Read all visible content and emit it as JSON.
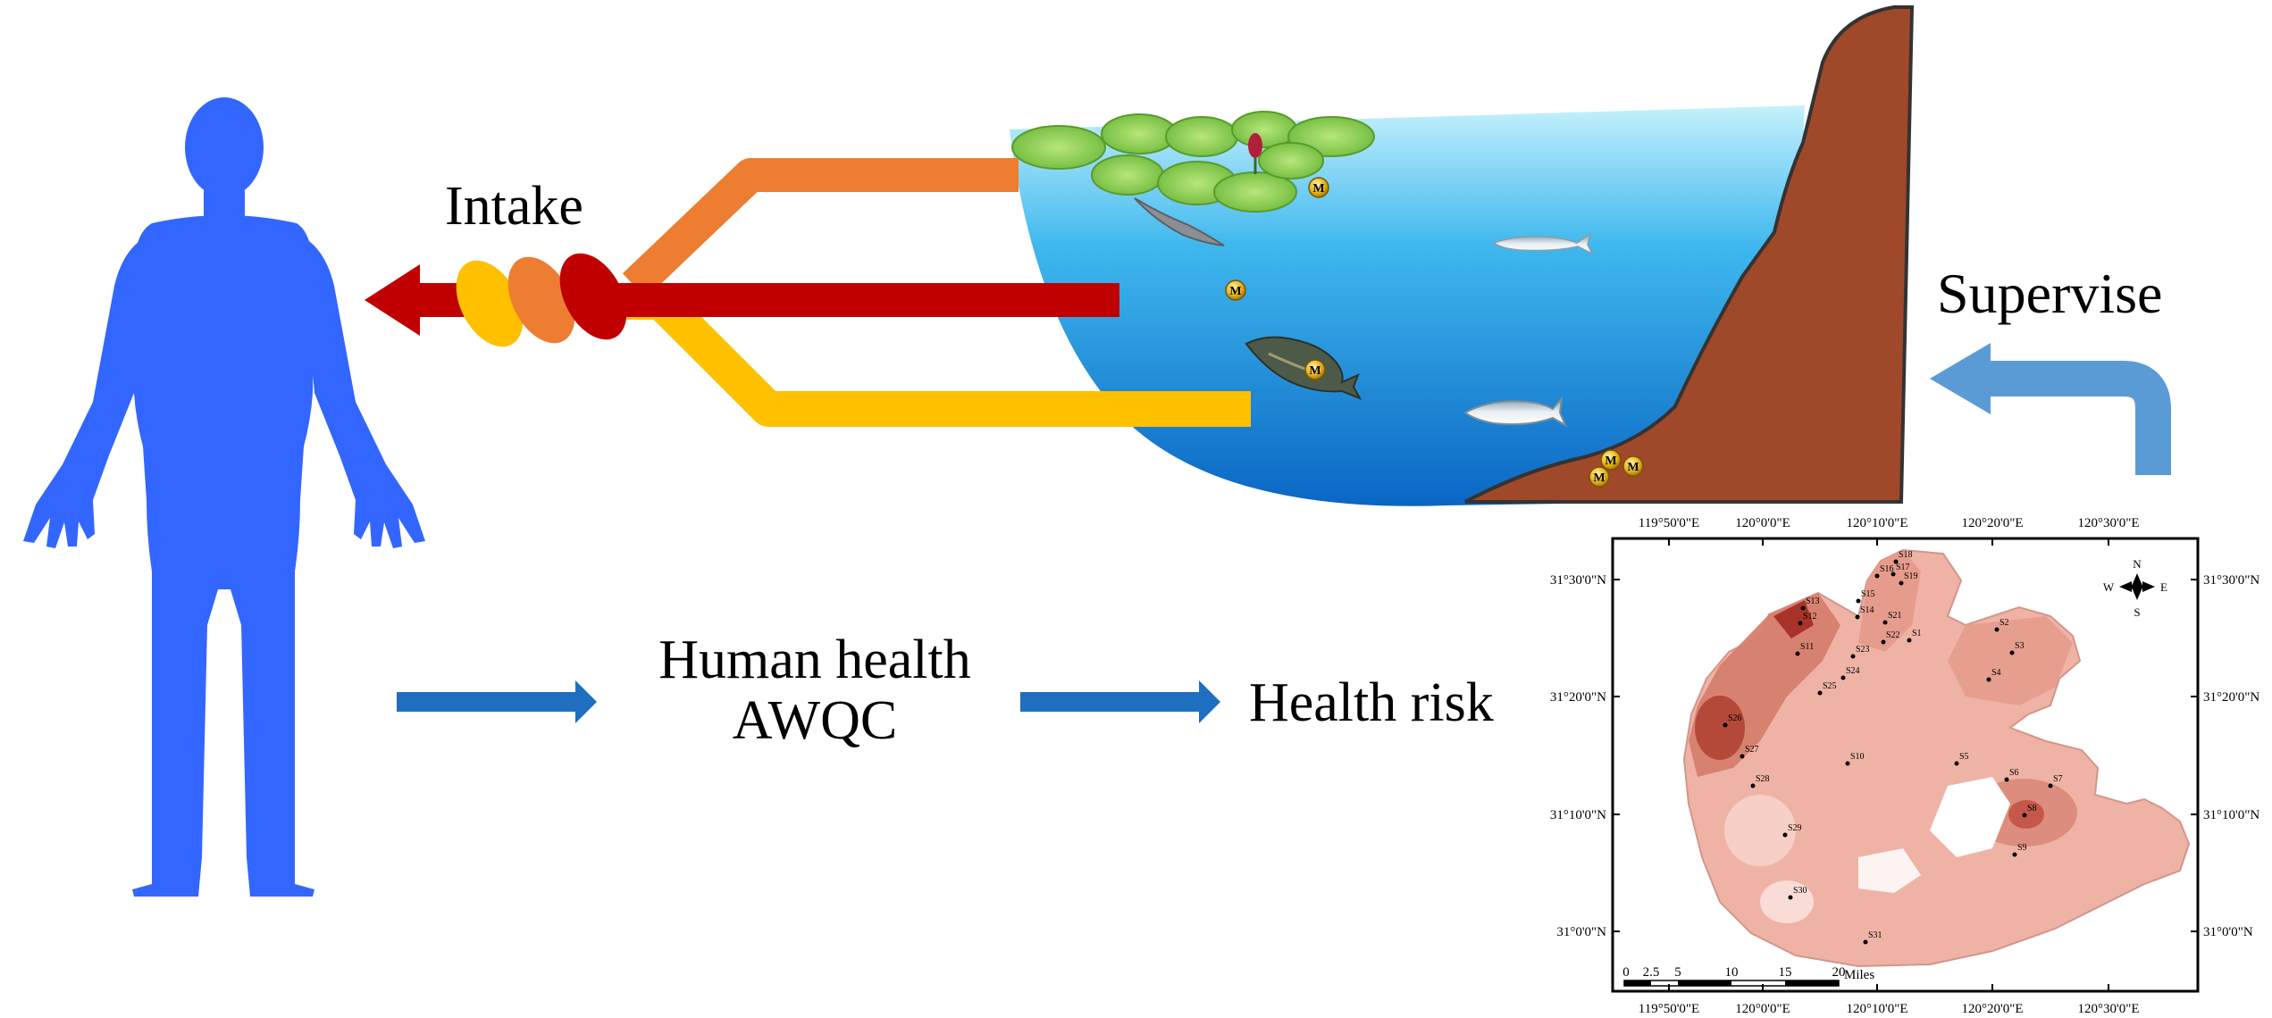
{
  "labels": {
    "intake": "Intake",
    "supervise": "Supervise",
    "awqc_line1": "Human health",
    "awqc_line2": "AWQC",
    "health_risk": "Health risk"
  },
  "lake": {
    "metal_marker": "M"
  },
  "colors": {
    "human": "#3366ff",
    "arrow_blue": "#1f6fc0",
    "supervise_arrow": "#5b9bd5",
    "pipe_orange": "#ed7d31",
    "pipe_red": "#c00000",
    "pipe_yellow": "#ffc000",
    "bank": "#a0492a",
    "water_top": "#b9ecfb",
    "water_bottom": "#0a6fcb"
  },
  "map": {
    "top_axis": [
      "119°50'0\"E",
      "120°0'0\"E",
      "120°10'0\"E",
      "120°20'0\"E",
      "120°30'0\"E"
    ],
    "bottom_axis": [
      "119°50'0\"E",
      "120°0'0\"E",
      "120°10'0\"E",
      "120°20'0\"E",
      "120°30'0\"E"
    ],
    "left_axis": [
      "31°30'0\"N",
      "31°20'0\"N",
      "31°10'0\"N",
      "31°0'0\"N"
    ],
    "right_axis": [
      "31°30'0\"N",
      "31°20'0\"N",
      "31°10'0\"N",
      "31°0'0\"N"
    ],
    "compass": {
      "n": "N",
      "s": "S",
      "e": "E",
      "w": "W"
    },
    "scale_ticks": [
      "0",
      "2.5",
      "5",
      "10",
      "15",
      "20"
    ],
    "scale_unit": "Miles",
    "sites": [
      "S1",
      "S2",
      "S3",
      "S4",
      "S5",
      "S6",
      "S7",
      "S8",
      "S9",
      "S10",
      "S11",
      "S12",
      "S13",
      "S14",
      "S15",
      "S16",
      "S17",
      "S18",
      "S19",
      "S21",
      "S22",
      "S23",
      "S24",
      "S25",
      "S26",
      "S27",
      "S28",
      "S29",
      "S30",
      "S31"
    ]
  }
}
